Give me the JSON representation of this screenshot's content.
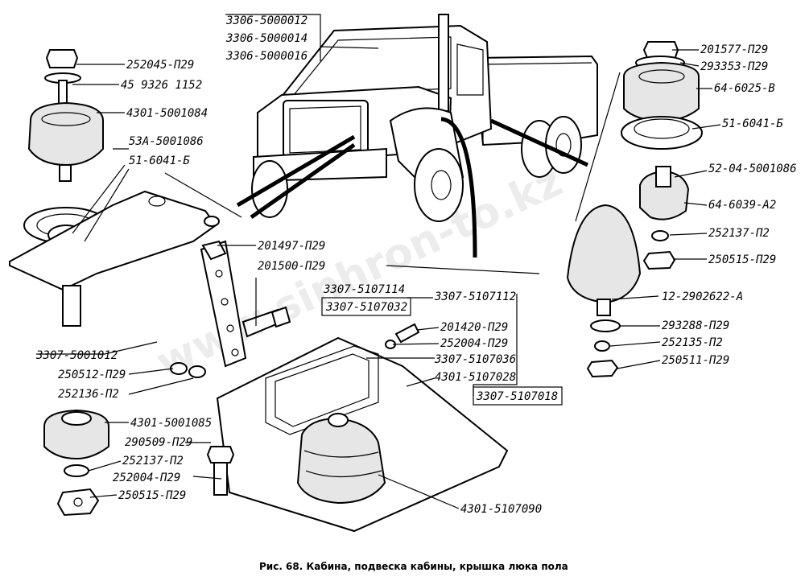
{
  "caption": "Рис. 68. Кабина, подвеска кабины, крышка люка пола",
  "watermark": "www.sinhron-to.kz",
  "labels": {
    "cab1": "3306-5000012",
    "cab2": "3306-5000014",
    "cab3": "3306-5000016",
    "l_252045": "252045-П29",
    "l_459326": "45 9326 1152",
    "l_4301_1084": "4301-5001084",
    "l_53A": "53А-5001086",
    "l_51_6041_left": "51-6041-Б",
    "l_201497": "201497-П29",
    "l_201500": "201500-П29",
    "l_3307_5107114": "3307-5107114",
    "l_3307_5107032": "3307-5107032",
    "l_3307_5107112": "3307-5107112",
    "l_201420": "201420-П29",
    "l_252004_mid": "252004-П29",
    "l_3307_5107036": "3307-5107036",
    "l_4301_5107028": "4301-5107028",
    "l_3307_5107018": "3307-5107018",
    "l_3307_5001012": "3307-5001012",
    "l_250512": "250512-П29",
    "l_252136": "252136-П2",
    "l_4301_1085": "4301-5001085",
    "l_290509": "290509-П29",
    "l_252137_left": "252137-П2",
    "l_252004_left": "252004-П29",
    "l_250515_left": "250515-П29",
    "l_4301_5107090": "4301-5107090",
    "l_201577": "201577-П29",
    "l_293353": "293353-П29",
    "l_64_6025": "64-6025-В",
    "l_51_6041_right": "51-6041-Б",
    "l_52_04": "52-04-5001086",
    "l_64_6039": "64-6039-А2",
    "l_252137_right": "252137-П2",
    "l_250515_right": "250515-П29",
    "l_12_2902622": "12-2902622-А",
    "l_293288": "293288-П29",
    "l_252135": "252135-П2",
    "l_250511": "250511-П29"
  }
}
